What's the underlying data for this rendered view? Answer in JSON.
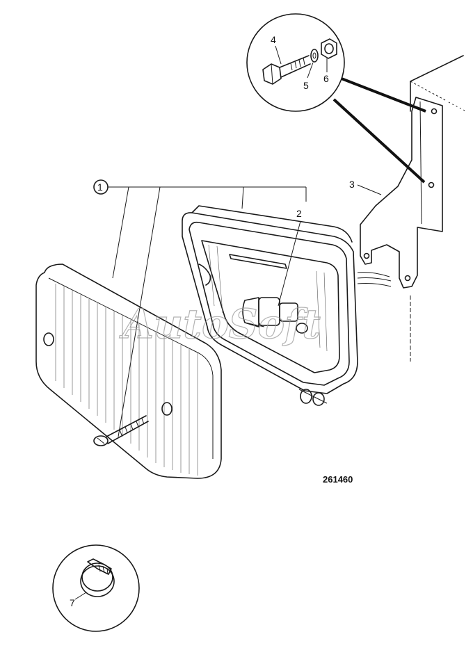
{
  "drawing_number": "261460",
  "watermark": "AutoSoft",
  "callouts": {
    "c1": "1",
    "c2": "2",
    "c3": "3",
    "c4": "4",
    "c5": "5",
    "c6": "6",
    "c7": "7"
  }
}
